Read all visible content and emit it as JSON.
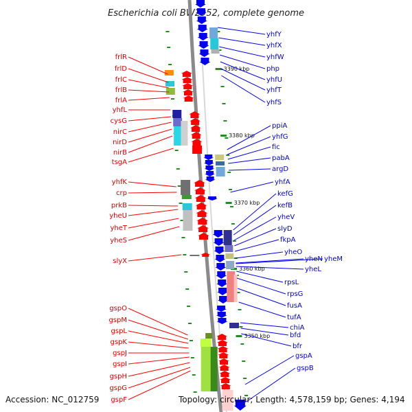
{
  "title": "Escherichia coli BW2952, complete genome",
  "footer": {
    "accession": "Accession: NC_012759",
    "topology": "Topology: circular; Length: 4,578,159 bp; Genes: 4,194"
  },
  "colors": {
    "left_label": "#dd0000",
    "right_label": "#0000cc",
    "forward_gene": "#ff0000",
    "reverse_gene": "#0000ee",
    "backbone": "#888888",
    "tick": "#228b22"
  },
  "scale_labels": [
    "3390 kbp",
    "3380 kbp",
    "3370 kbp",
    "3360 kbp",
    "3350 kbp"
  ],
  "left_genes": [
    "frlR",
    "frlD",
    "frlC",
    "frlB",
    "frlA",
    "yhfL",
    "cysG",
    "nirC",
    "nirD",
    "nirB",
    "tsgA",
    "yhfK",
    "crp",
    "prkB",
    "yheU",
    "yheT",
    "yheS",
    "slyX",
    "gspO",
    "gspM",
    "gspL",
    "gspK",
    "gspJ",
    "gspI",
    "gspH",
    "gspG",
    "gspF"
  ],
  "right_genes": [
    "yhfY",
    "yhfX",
    "yhfW",
    "php",
    "yhfU",
    "yhfT",
    "yhfS",
    "ppiA",
    "yhfG",
    "fic",
    "pabA",
    "argD",
    "yhfA",
    "kefG",
    "kefB",
    "yheV",
    "slyD",
    "fkpA",
    "yheO",
    "yheN",
    "yheM",
    "yheL",
    "rpsL",
    "rpsG",
    "fusA",
    "tufA",
    "chiA",
    "bfd",
    "bfr",
    "gspA",
    "gspB"
  ]
}
